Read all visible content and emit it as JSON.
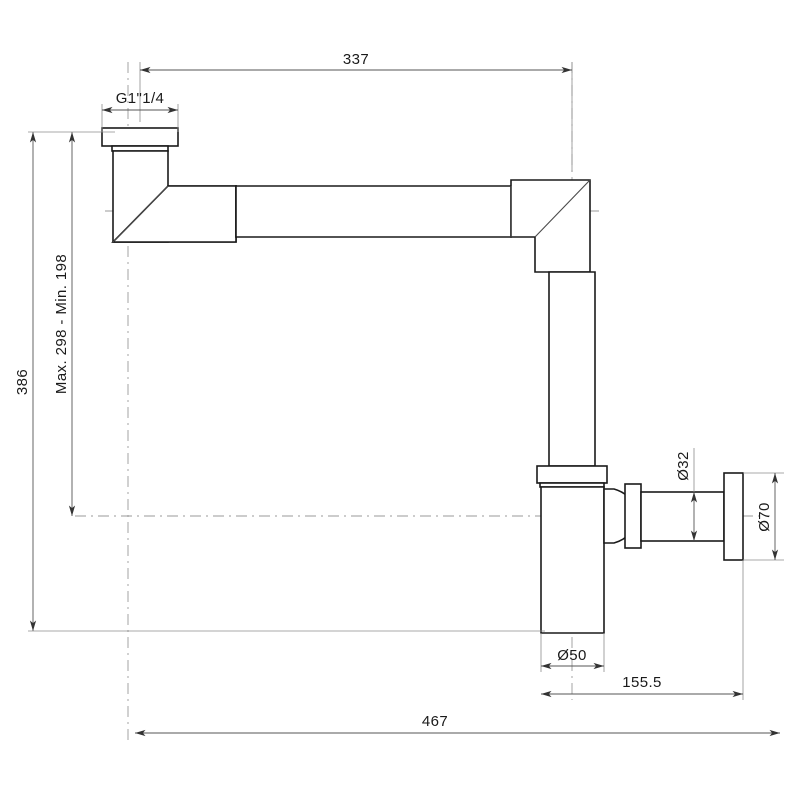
{
  "drawing": {
    "title": "Bottle Trap Siphon — Dimensioned Technical Drawing",
    "units": "mm",
    "line_color": "#1a1a1a",
    "dimension_color": "#555555",
    "center_line_color": "#9a9a9a",
    "background": "#ffffff"
  },
  "dimensions": {
    "thread_size": "G1\"1/4",
    "top_reach": "337",
    "overall_height": "386",
    "adjustable_height": "Max. 298 - Min. 198",
    "outlet_pipe_diameter": "Ø32",
    "wall_flange_diameter": "Ø70",
    "bowl_diameter": "Ø50",
    "outlet_projection": "155.5",
    "overall_width": "467"
  },
  "chart_data": {
    "type": "table",
    "title": "Bottle Trap Siphon — Dimensioned Technical Drawing",
    "categories": [
      "thread_size",
      "top_reach",
      "overall_height",
      "adjustable_height",
      "outlet_pipe_diameter",
      "wall_flange_diameter",
      "bowl_diameter",
      "outlet_projection",
      "overall_width"
    ],
    "values": [
      "G1\"1/4",
      "337",
      "386",
      "Max. 298 - Min. 198",
      "Ø32",
      "Ø70",
      "Ø50",
      "155.5",
      "467"
    ],
    "xlabel": "",
    "ylabel": "",
    "units": "mm"
  }
}
